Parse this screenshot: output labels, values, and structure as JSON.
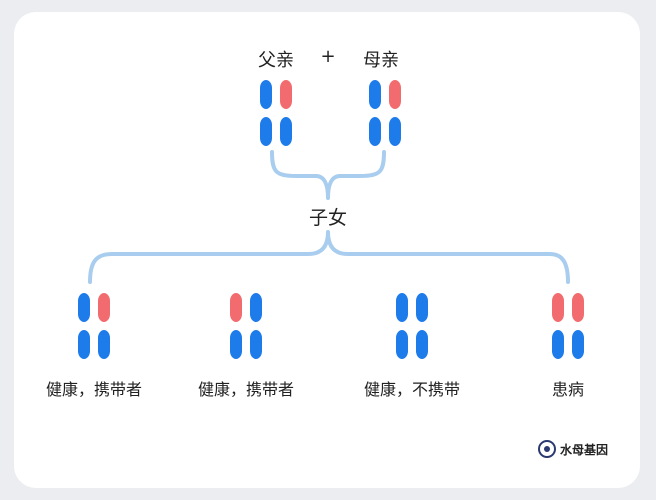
{
  "colors": {
    "dominant": "#1e7bea",
    "recessive": "#f26b6e",
    "connector": "#a9cdef",
    "text": "#222222"
  },
  "parents": {
    "father_label": "父亲",
    "plus": "+",
    "mother_label": "母亲",
    "father_alleles": [
      "dominant",
      "recessive"
    ],
    "mother_alleles": [
      "dominant",
      "recessive"
    ]
  },
  "child_label": "子女",
  "offspring": [
    {
      "label": "健康，携带者",
      "alleles": [
        "dominant",
        "recessive"
      ]
    },
    {
      "label": "健康，携带者",
      "alleles": [
        "recessive",
        "dominant"
      ]
    },
    {
      "label": "健康，不携带",
      "alleles": [
        "dominant",
        "dominant"
      ]
    },
    {
      "label": "患病",
      "alleles": [
        "recessive",
        "recessive"
      ]
    }
  ],
  "brand": {
    "text": "水母基因",
    "icon": "jellyfish-logo-icon"
  }
}
